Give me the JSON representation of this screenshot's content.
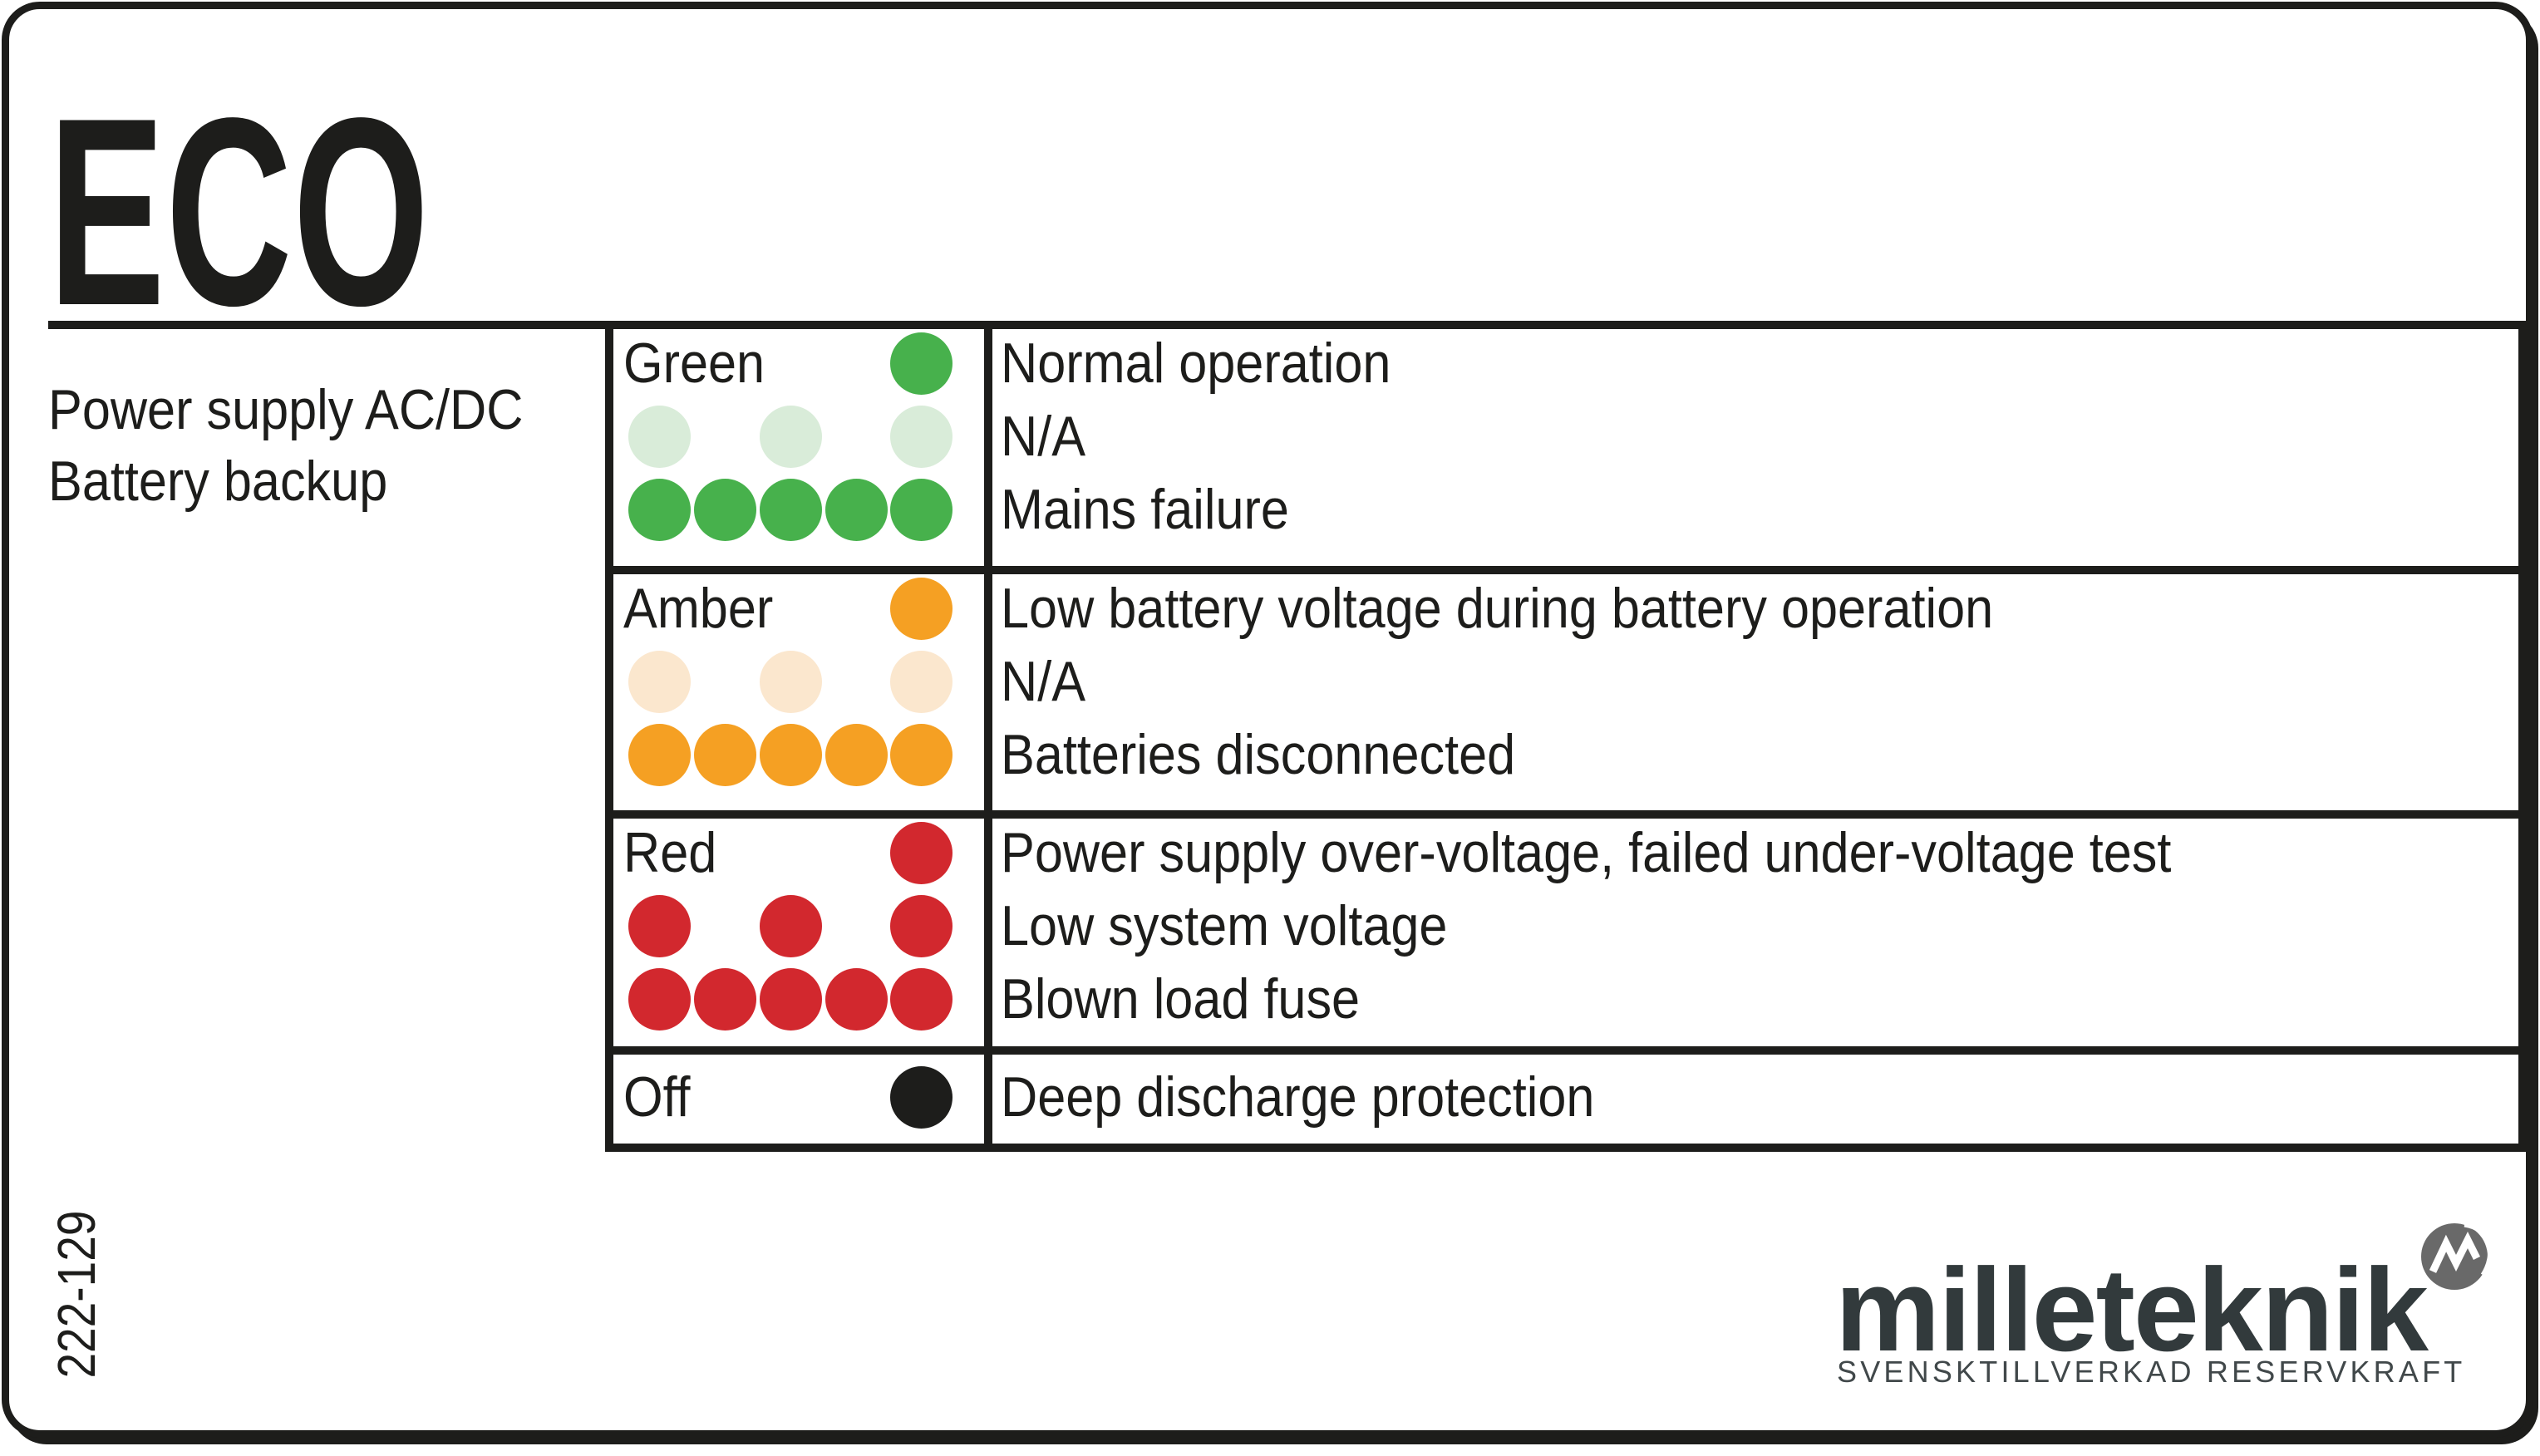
{
  "product": {
    "name": "ECO",
    "subtitle_line1": "Power supply AC/DC",
    "subtitle_line2": "Battery backup",
    "part_number": "222-129"
  },
  "led_table": {
    "sections": [
      {
        "label": "Green",
        "solid": "#47b14c",
        "faded": "#d9ecd9",
        "rows": [
          {
            "dots": [
              {
                "col": 5,
                "shade": "solid"
              }
            ],
            "description": "Normal operation"
          },
          {
            "dots": [
              {
                "col": 1,
                "shade": "faded"
              },
              {
                "col": 3,
                "shade": "faded"
              },
              {
                "col": 5,
                "shade": "faded"
              }
            ],
            "description": "N/A"
          },
          {
            "dots": [
              {
                "col": 1,
                "shade": "solid"
              },
              {
                "col": 2,
                "shade": "solid"
              },
              {
                "col": 3,
                "shade": "solid"
              },
              {
                "col": 4,
                "shade": "solid"
              },
              {
                "col": 5,
                "shade": "solid"
              }
            ],
            "description": "Mains failure"
          }
        ]
      },
      {
        "label": "Amber",
        "solid": "#f5a023",
        "faded": "#fbe7ce",
        "rows": [
          {
            "dots": [
              {
                "col": 5,
                "shade": "solid"
              }
            ],
            "description": "Low battery voltage during battery operation"
          },
          {
            "dots": [
              {
                "col": 1,
                "shade": "faded"
              },
              {
                "col": 3,
                "shade": "faded"
              },
              {
                "col": 5,
                "shade": "faded"
              }
            ],
            "description": "N/A"
          },
          {
            "dots": [
              {
                "col": 1,
                "shade": "solid"
              },
              {
                "col": 2,
                "shade": "solid"
              },
              {
                "col": 3,
                "shade": "solid"
              },
              {
                "col": 4,
                "shade": "solid"
              },
              {
                "col": 5,
                "shade": "solid"
              }
            ],
            "description": "Batteries disconnected"
          }
        ]
      },
      {
        "label": "Red",
        "solid": "#d2282e",
        "faded": "#d2282e",
        "rows": [
          {
            "dots": [
              {
                "col": 5,
                "shade": "solid"
              }
            ],
            "description": "Power supply over-voltage, failed under-voltage test"
          },
          {
            "dots": [
              {
                "col": 1,
                "shade": "solid"
              },
              {
                "col": 3,
                "shade": "solid"
              },
              {
                "col": 5,
                "shade": "solid"
              }
            ],
            "description": "Low system voltage"
          },
          {
            "dots": [
              {
                "col": 1,
                "shade": "solid"
              },
              {
                "col": 2,
                "shade": "solid"
              },
              {
                "col": 3,
                "shade": "solid"
              },
              {
                "col": 4,
                "shade": "solid"
              },
              {
                "col": 5,
                "shade": "solid"
              }
            ],
            "description": "Blown load fuse"
          }
        ]
      },
      {
        "label": "Off",
        "solid": "#1d1d1b",
        "faded": "#1d1d1b",
        "rows": [
          {
            "dots": [
              {
                "col": 5,
                "shade": "solid"
              }
            ],
            "description": "Deep discharge protection"
          }
        ]
      }
    ]
  },
  "logo": {
    "brand": "milleteknik",
    "tagline": "SVENSKTILLVERKAD RESERVKRAFT",
    "brand_color": "#323a3c",
    "badge_color": "#696969"
  }
}
